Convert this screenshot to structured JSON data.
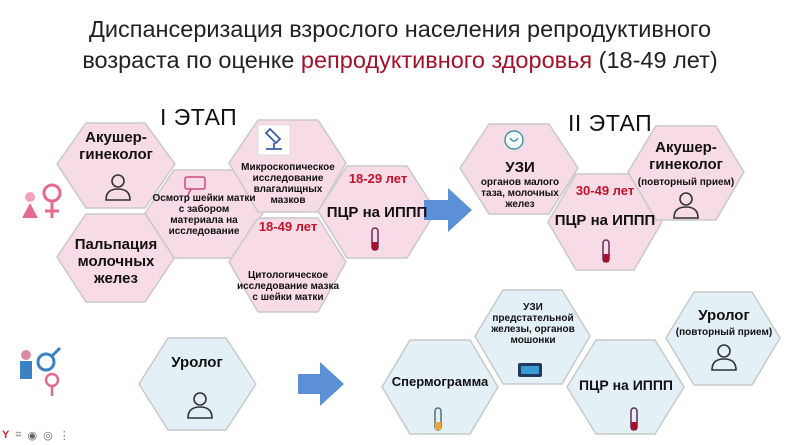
{
  "title": {
    "line1": "Диспансеризация взрослого населения репродуктивного",
    "line2_prefix": "возраста по оценке ",
    "line2_accent": "репродуктивного здоровья",
    "line2_suffix": " (18-49 лет)"
  },
  "stage1": {
    "label": "I ЭТАП"
  },
  "stage2": {
    "label": "II ЭТАП"
  },
  "female": {
    "obgyn": "Акушер-гинеколог",
    "palpation": "Пальпация молочных желез",
    "cervix_exam": "Осмотр шейки матки с забором материала на исследование",
    "microscopy": "Микроскопическое исследование влагалищных мазков",
    "cytology_age": "18-49 лет",
    "cytology": "Цитологическое исследование мазка с шейки матки",
    "pcr_age": "18-29 лет",
    "pcr": "ПЦР на ИППП",
    "uzi_title": "УЗИ",
    "uzi_desc": "органов малого таза, молочных желез",
    "pcr2_age": "30-49 лет",
    "pcr2": "ПЦР на ИППП",
    "obgyn_repeat": "Акушер-гинеколог",
    "obgyn_repeat_note": "(повторный прием)"
  },
  "male": {
    "urologist": "Уролог",
    "spermogram": "Спермограмма",
    "uzi_desc": "УЗИ предстательной железы, органов мошонки",
    "pcr": "ПЦР на ИППП",
    "urologist_repeat": "Уролог",
    "urologist_repeat_note": "(повторный прием)"
  },
  "colors": {
    "female_fill": "#f7dbe6",
    "male_fill": "#e3f0f5",
    "stroke": "#c9c9c9",
    "arrow": "#5b8fd6",
    "accent": "#a3122a",
    "female_icon": "#e46a8e",
    "male_icon": "#3b82c4"
  },
  "icons": [
    "female-symbol-icon",
    "male-symbol-icon",
    "doctor-icon",
    "microscope-icon",
    "test-tube-icon",
    "ultrasound-icon",
    "speculum-icon",
    "right-arrow-icon"
  ]
}
